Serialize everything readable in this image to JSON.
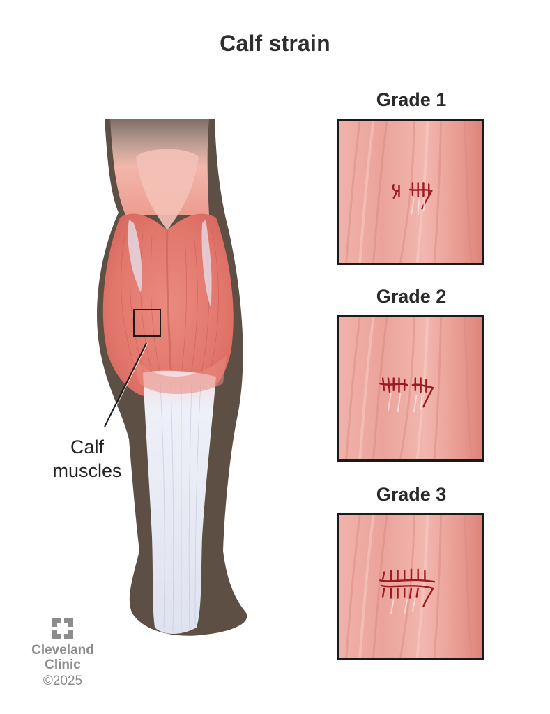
{
  "title": "Calf strain",
  "main_illustration": {
    "subject": "back of lower leg showing calf muscles and Achilles tendon",
    "label": {
      "line1": "Calf",
      "line2": "muscles"
    },
    "callout_box": "highlighted area of calf muscle"
  },
  "grades": [
    {
      "label": "Grade 1",
      "description": "small fiber tear illustration"
    },
    {
      "label": "Grade 2",
      "description": "partial tear illustration"
    },
    {
      "label": "Grade 3",
      "description": "complete tear illustration"
    }
  ],
  "branding": {
    "logo_icon": "cleveland-clinic-logo-icon",
    "name_line1": "Cleveland",
    "name_line2": "Clinic",
    "copyright": "©2025"
  },
  "colors": {
    "muscle": "#e27a70",
    "muscle_light": "#f2b3aa",
    "tendon": "#e9ebf4",
    "skin_outline": "#5e4f45",
    "tear": "#9e1a22",
    "text_dark": "#2e2e2e",
    "logo_gray": "#8c8c8c"
  }
}
